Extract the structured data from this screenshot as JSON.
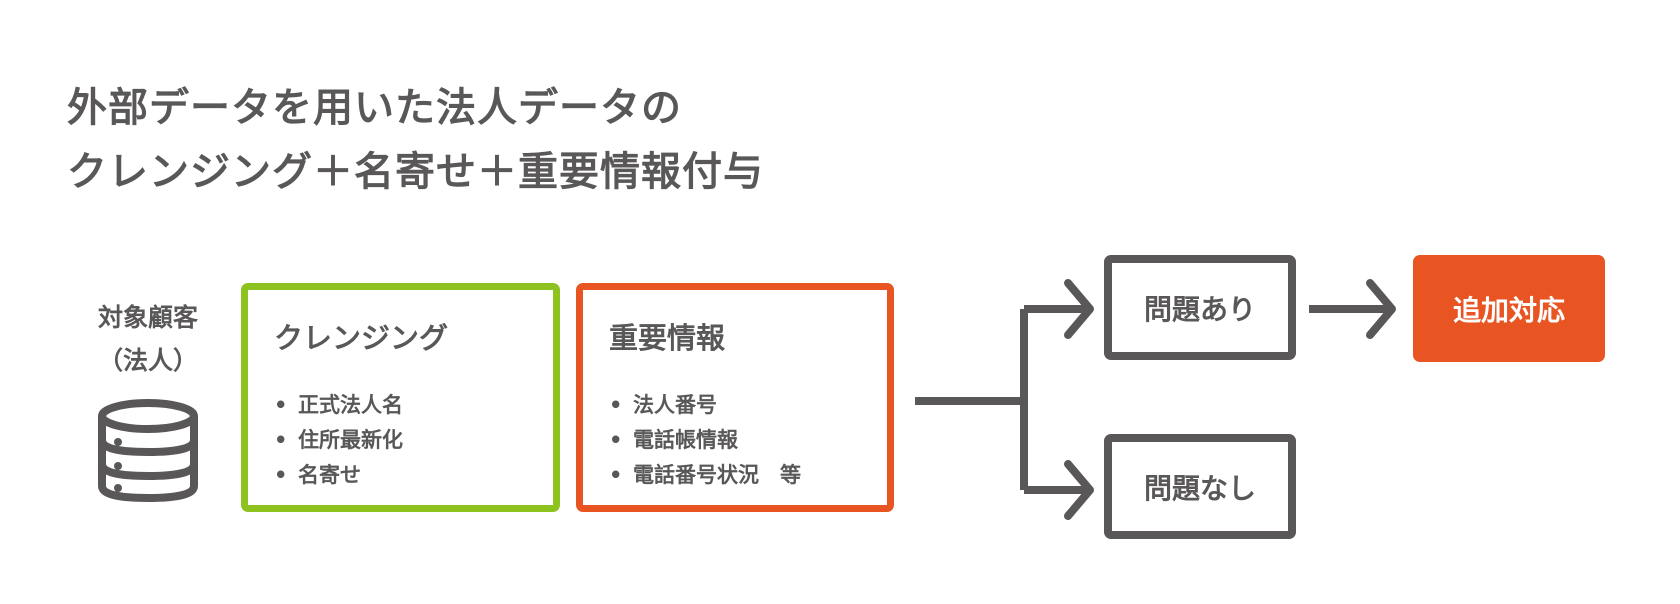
{
  "title": {
    "line1": "外部データを用いた法人データの",
    "line2": "クレンジング＋名寄せ＋重要情報付与"
  },
  "customer": {
    "line1": "対象顧客",
    "line2": "（法人）",
    "icon": "database-icon"
  },
  "cleansing": {
    "title": "クレンジング",
    "items": [
      "正式法人名",
      "住所最新化",
      "名寄せ"
    ]
  },
  "important_info": {
    "title": "重要情報",
    "items": [
      "法人番号",
      "電話帳情報",
      "電話番号状況　等"
    ]
  },
  "outcomes": {
    "problem": "問題あり",
    "no_problem": "問題なし",
    "action": "追加対応"
  },
  "colors": {
    "text": "#595757",
    "green": "#8dc21f",
    "orange": "#e85523"
  }
}
